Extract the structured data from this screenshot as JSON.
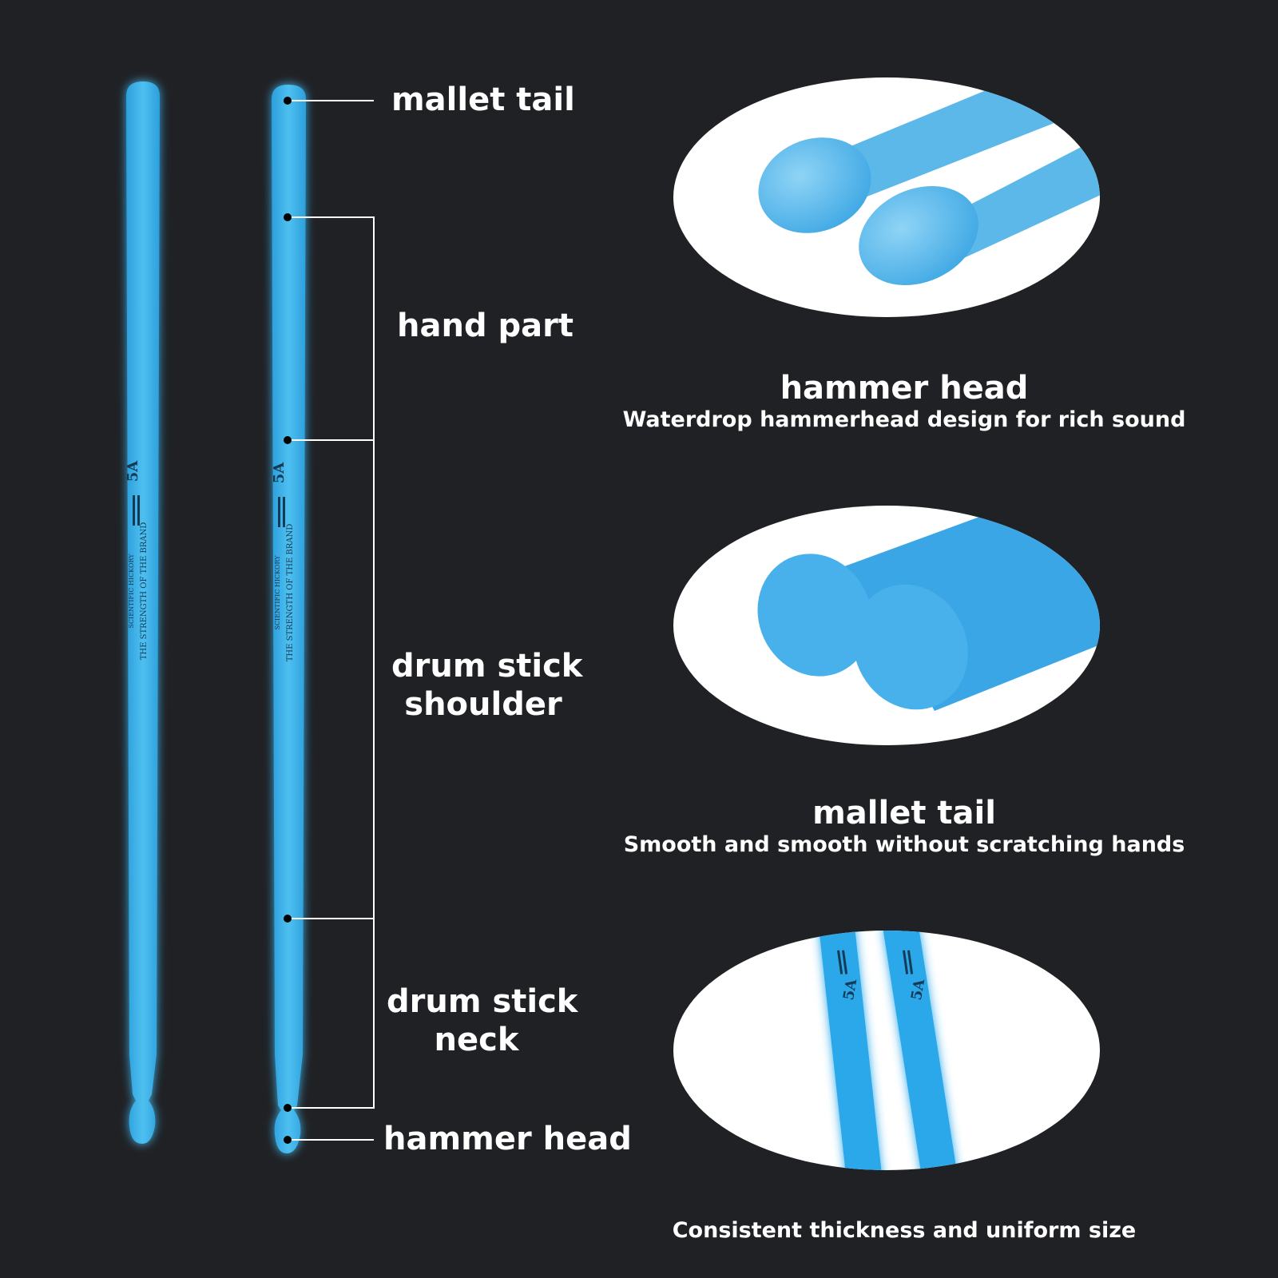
{
  "labels": {
    "mallet_tail": "mallet tail",
    "hand_part": "hand part",
    "shoulder_line1": "drum stick",
    "shoulder_line2": "shoulder",
    "neck_line1": "drum stick",
    "neck_line2": "neck",
    "hammer_head": "hammer head"
  },
  "stick_print": {
    "size": "5A",
    "line1": "SCIENTIFIC HICKORY",
    "line2": "THE STRENGTH OF THE BRAND"
  },
  "details": [
    {
      "title": "hammer head",
      "subtitle": "Waterdrop hammerhead design for rich sound"
    },
    {
      "title": "mallet tail",
      "subtitle": "Smooth and smooth without scratching hands"
    },
    {
      "title": "",
      "subtitle": "Consistent thickness and uniform size"
    }
  ],
  "colors": {
    "background": "#202124",
    "stick": "#3ab0e8",
    "stick_glow": "#6fd4ff",
    "text": "#ffffff"
  }
}
